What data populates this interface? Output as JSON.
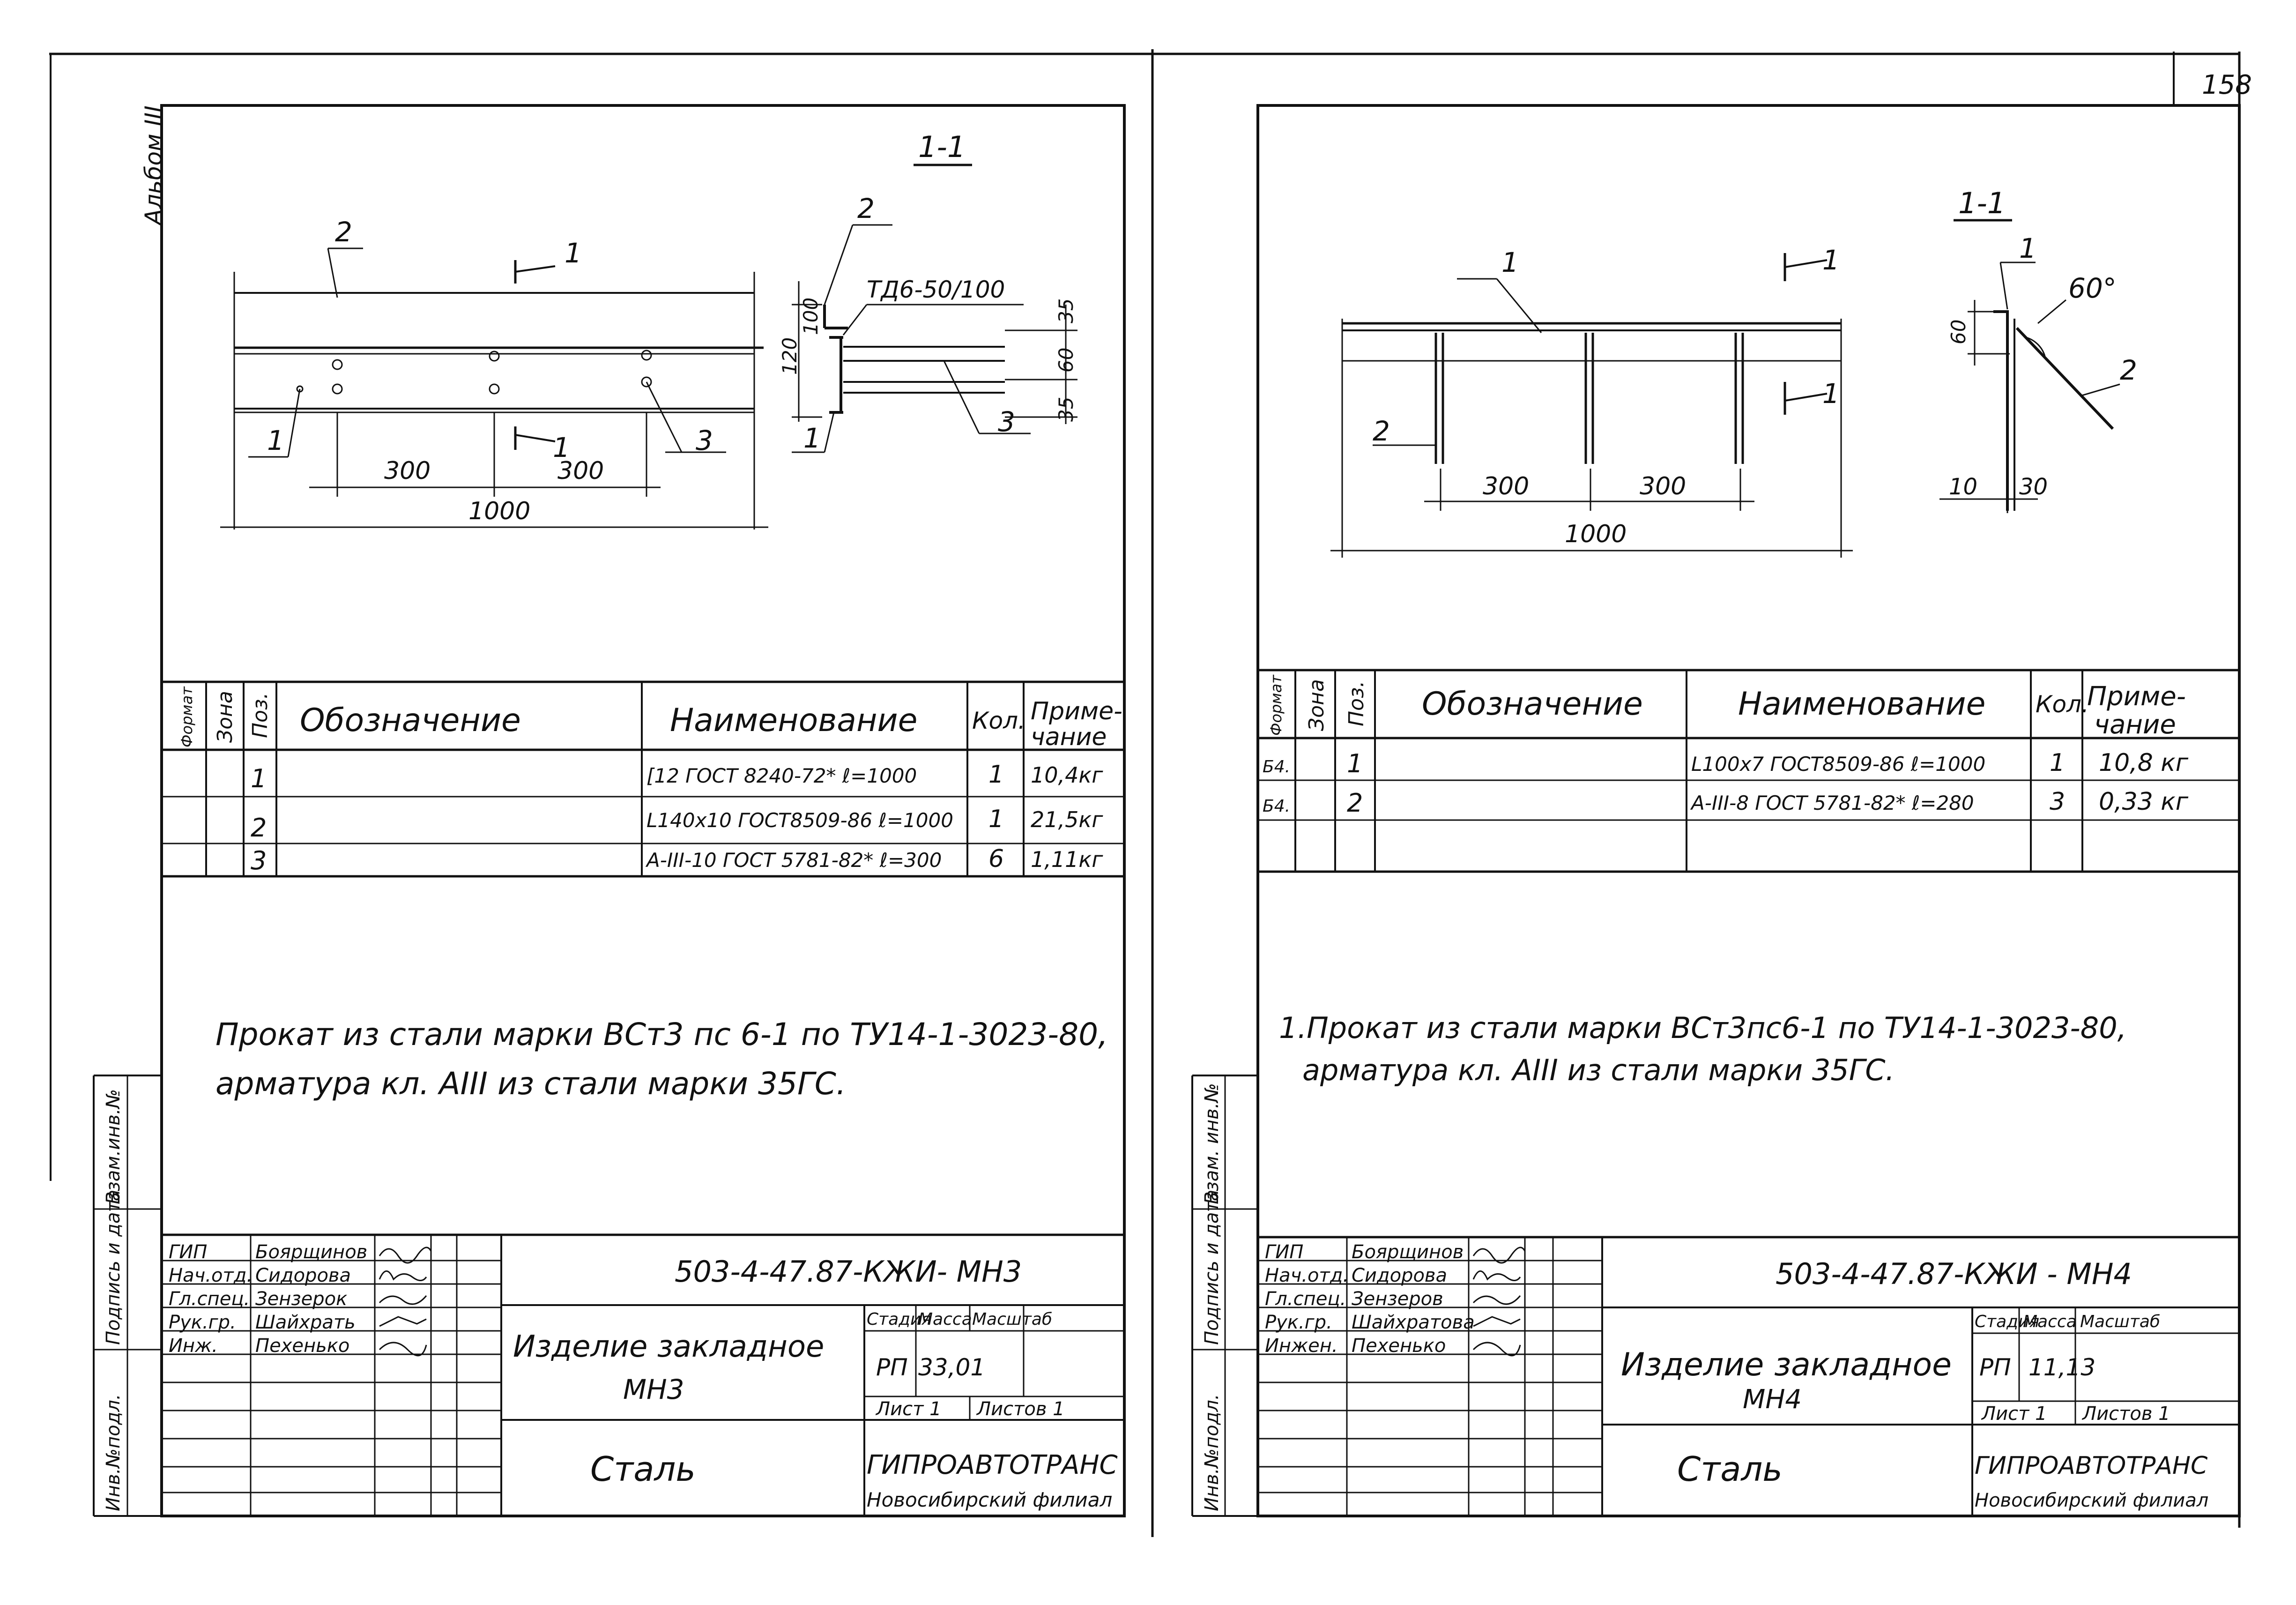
{
  "page_number": "158",
  "album": "Альбом III",
  "left_margin": {
    "inv_podl": "Инв.№подл.",
    "podpis_data": "Подпись и дата",
    "vzam_inv": "Взам.инв.№"
  },
  "right_margin": {
    "inv_podl": "Инв.№подл.",
    "podpis_data": "Подпись и дата",
    "vzam_inv": "Взам. инв.№"
  },
  "spec_headers": {
    "format": "Формат",
    "zona": "Зона",
    "poz": "Поз.",
    "oboznachenie": "Обозначение",
    "naimenovanie": "Наименование",
    "kol": "Кол.",
    "primechanie_1": "Приме-",
    "primechanie_2": "чание"
  },
  "title_headers": {
    "stadiya": "Стадия",
    "massa": "Масса",
    "masshtab": "Масштаб"
  },
  "left_sheet": {
    "section_label": "1-1",
    "drawing": {
      "pos_2_top": "2",
      "pos_1": "1",
      "pos_3": "3",
      "section_marker_top": "1",
      "section_marker_bottom": "1",
      "dim_300_a": "300",
      "dim_300_b": "300",
      "dim_1000": "1000",
      "sec_pos_2": "2",
      "sec_pos_1": "1",
      "sec_pos_3": "3",
      "weld_note": "ТД6-50/100",
      "dim_100": "100",
      "dim_120": "120",
      "dim_35_top": "35",
      "dim_60": "60",
      "dim_35_bottom": "35"
    },
    "spec_rows": [
      {
        "format": "",
        "pos": "1",
        "oboz": "",
        "name": "[12 ГОСТ 8240-72* ℓ=1000",
        "kol": "1",
        "prim": "10,4кг"
      },
      {
        "format": "",
        "pos": "2",
        "oboz": "",
        "name": "L140х10 ГОСТ8509-86 ℓ=1000",
        "kol": "1",
        "prim": "21,5кг"
      },
      {
        "format": "",
        "pos": "3",
        "oboz": "",
        "name": "А-III-10 ГОСТ 5781-82* ℓ=300",
        "kol": "6",
        "prim": "1,11кг"
      }
    ],
    "note_line1": "Прокат из стали марки ВСт3 пс 6-1 по ТУ14-1-3023-80,",
    "note_line2": "арматура кл. АIII из стали марки 35ГС.",
    "code": "503-4-47.87-КЖИ- МН3",
    "title_line1": "Изделие закладное",
    "title_line2": "МН3",
    "stage": "РП",
    "mass": "33,01",
    "scale": "",
    "sheet": "Лист 1",
    "sheets": "Листов 1",
    "material": "Сталь",
    "org_1": "ГИПРОАВТОТРАНС",
    "org_2": "Новосибирский филиал",
    "signatures": [
      {
        "role": "ГИП",
        "name": "Боярщинов"
      },
      {
        "role": "Нач.отд.",
        "name": "Сидорова"
      },
      {
        "role": "Гл.спец.",
        "name": "Зензерок"
      },
      {
        "role": "Рук.гр.",
        "name": "Шайхрать"
      },
      {
        "role": "Инж.",
        "name": "Пехенько"
      }
    ]
  },
  "right_sheet": {
    "section_label": "1-1",
    "drawing": {
      "pos_1_top": "1",
      "pos_2": "2",
      "section_marker_top": "1",
      "section_marker_bottom": "1",
      "dim_300_a": "300",
      "dim_300_b": "300",
      "dim_1000": "1000",
      "sec_pos_1": "1",
      "sec_pos_2": "2",
      "angle": "60°",
      "dim_60": "60",
      "dim_10": "10",
      "dim_30": "30"
    },
    "spec_rows": [
      {
        "format": "Б4.",
        "pos": "1",
        "oboz": "",
        "name": "L100х7 ГОСТ8509-86 ℓ=1000",
        "kol": "1",
        "prim": "10,8 кг"
      },
      {
        "format": "Б4.",
        "pos": "2",
        "oboz": "",
        "name": "А-III-8 ГОСТ 5781-82* ℓ=280",
        "kol": "3",
        "prim": "0,33 кг"
      }
    ],
    "note_line1": "1.Прокат из стали марки ВСт3пс6-1 по ТУ14-1-3023-80,",
    "note_line2": "арматура кл. АIII из стали марки 35ГС.",
    "code": "503-4-47.87-КЖИ - МН4",
    "title_line1": "Изделие закладное",
    "title_line2": "МН4",
    "stage": "РП",
    "mass": "11,13",
    "scale": "",
    "sheet": "Лист 1",
    "sheets": "Листов 1",
    "material": "Сталь",
    "org_1": "ГИПРОАВТОТРАНС",
    "org_2": "Новосибирский филиал",
    "signatures": [
      {
        "role": "ГИП",
        "name": "Боярщинов"
      },
      {
        "role": "Нач.отд.",
        "name": "Сидорова"
      },
      {
        "role": "Гл.спец.",
        "name": "Зензеров"
      },
      {
        "role": "Рук.гр.",
        "name": "Шайхратова"
      },
      {
        "role": "Инжен.",
        "name": "Пехенько"
      }
    ]
  }
}
